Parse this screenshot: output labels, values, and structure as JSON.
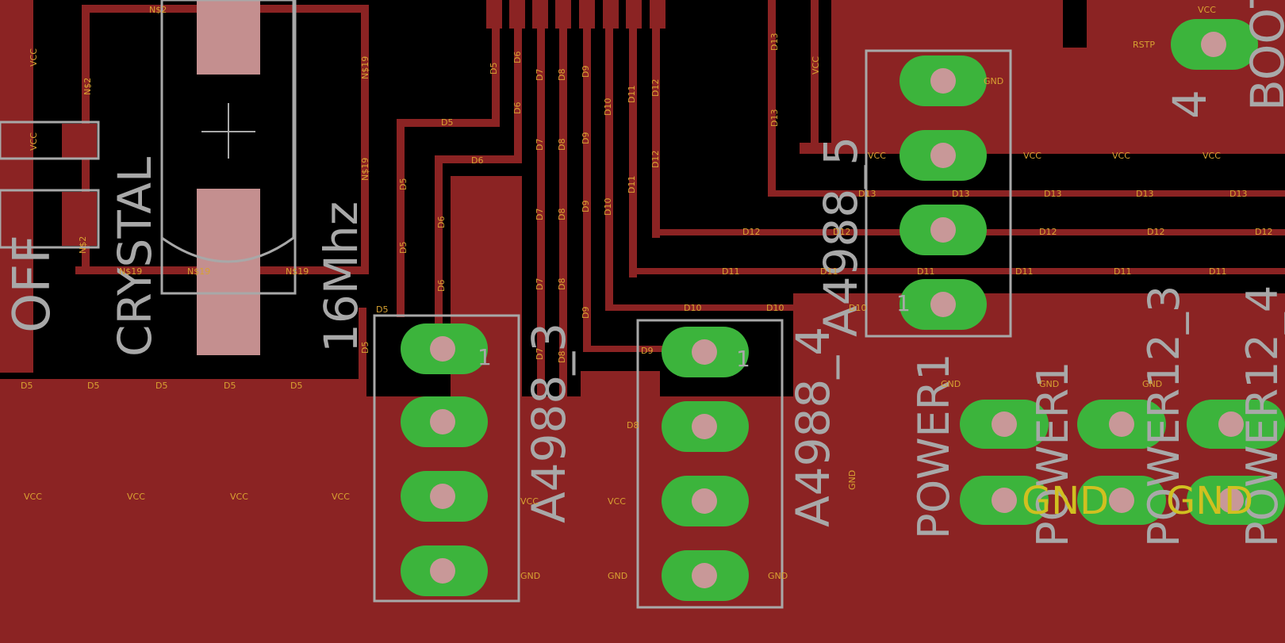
{
  "view": "pcb-layout",
  "colors": {
    "copper": "#8b2323",
    "background": "#000000",
    "silkscreen": "#a8a8a8",
    "pad": "#3cb43c",
    "net_label": "#d8a232",
    "gnd_label": "#d0c020"
  },
  "components": {
    "crystal": {
      "name": "CRYSTAL",
      "value": "16Mhz"
    },
    "a4988_3": {
      "name": "A4988_3",
      "pin1": "1"
    },
    "a4988_4": {
      "name": "A4988_4",
      "pin1": "1"
    },
    "a4988_5": {
      "name": "A4988_5",
      "pin1": "1"
    },
    "power1": {
      "name": "POWER1",
      "name_mirror": "POWER1"
    },
    "power12_3": {
      "name": "POWER12_3",
      "name_mirror": "POWER12_3"
    },
    "power12_4": {
      "name": "POWER12_4",
      "name_mirror": "POWER12_4"
    },
    "top_right": {
      "name": "BOOT",
      "name_short": "4"
    },
    "gnd_labels": [
      "GND",
      "GND"
    ]
  },
  "nets": {
    "n2": "N$2",
    "n19": "N$19",
    "vcc": "VCC",
    "gnd": "GND",
    "rstp": "RSTP",
    "d5": "D5",
    "d6": "D6",
    "d7": "D7",
    "d8": "D8",
    "d9": "D9",
    "d10": "D10",
    "d11": "D11",
    "d12": "D12",
    "d13": "D13"
  }
}
